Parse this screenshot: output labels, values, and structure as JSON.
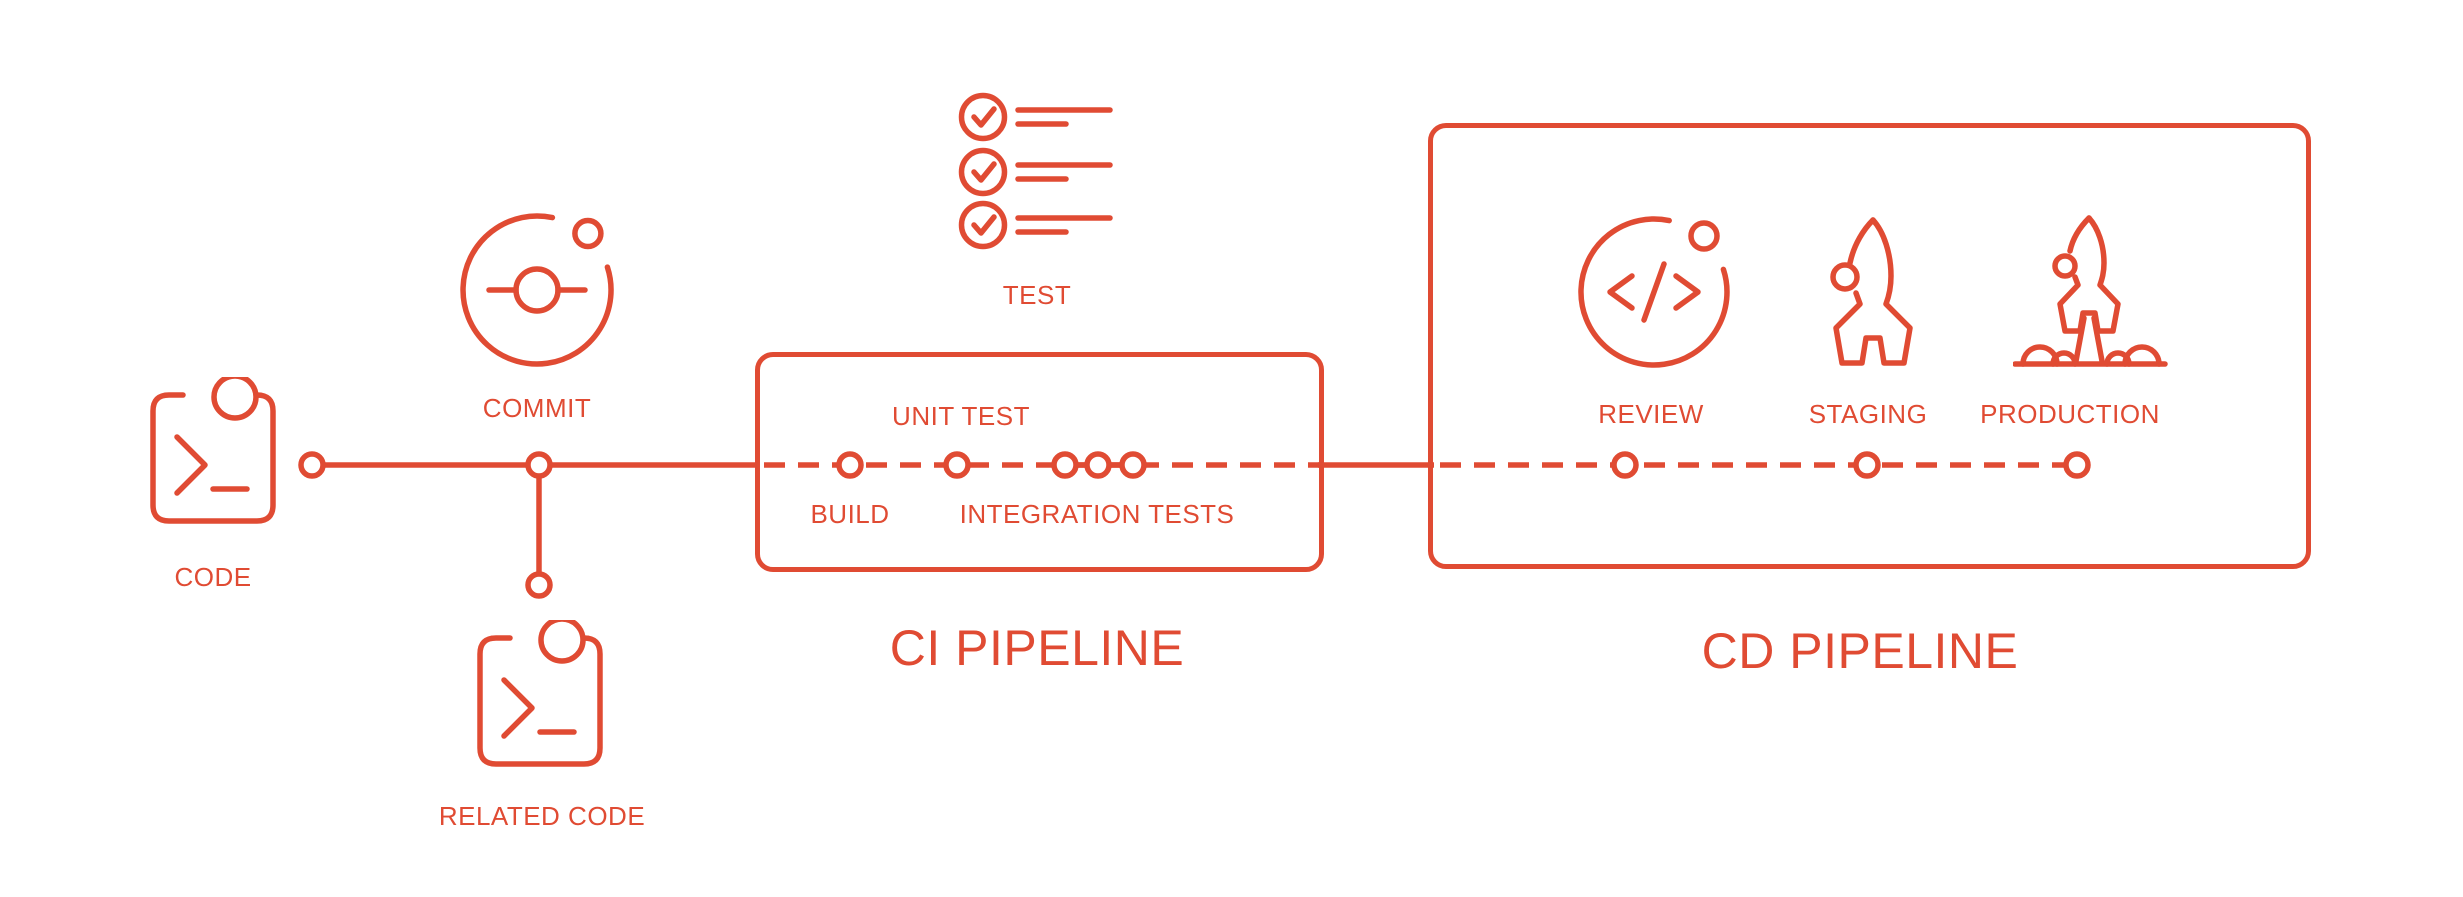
{
  "diagram": {
    "accent_color": "#E04B33",
    "background_color": "#FFFFFF",
    "source": {
      "code_label": "CODE",
      "commit_label": "COMMIT",
      "related_code_label": "RELATED CODE"
    },
    "test_label": "TEST",
    "ci_pipeline": {
      "title": "CI PIPELINE",
      "stages": [
        {
          "label": "BUILD"
        },
        {
          "label": "UNIT TEST"
        },
        {
          "label": "INTEGRATION TESTS"
        }
      ]
    },
    "cd_pipeline": {
      "title": "CD PIPELINE",
      "stages": [
        {
          "label": "REVIEW"
        },
        {
          "label": "STAGING"
        },
        {
          "label": "PRODUCTION"
        }
      ]
    }
  }
}
